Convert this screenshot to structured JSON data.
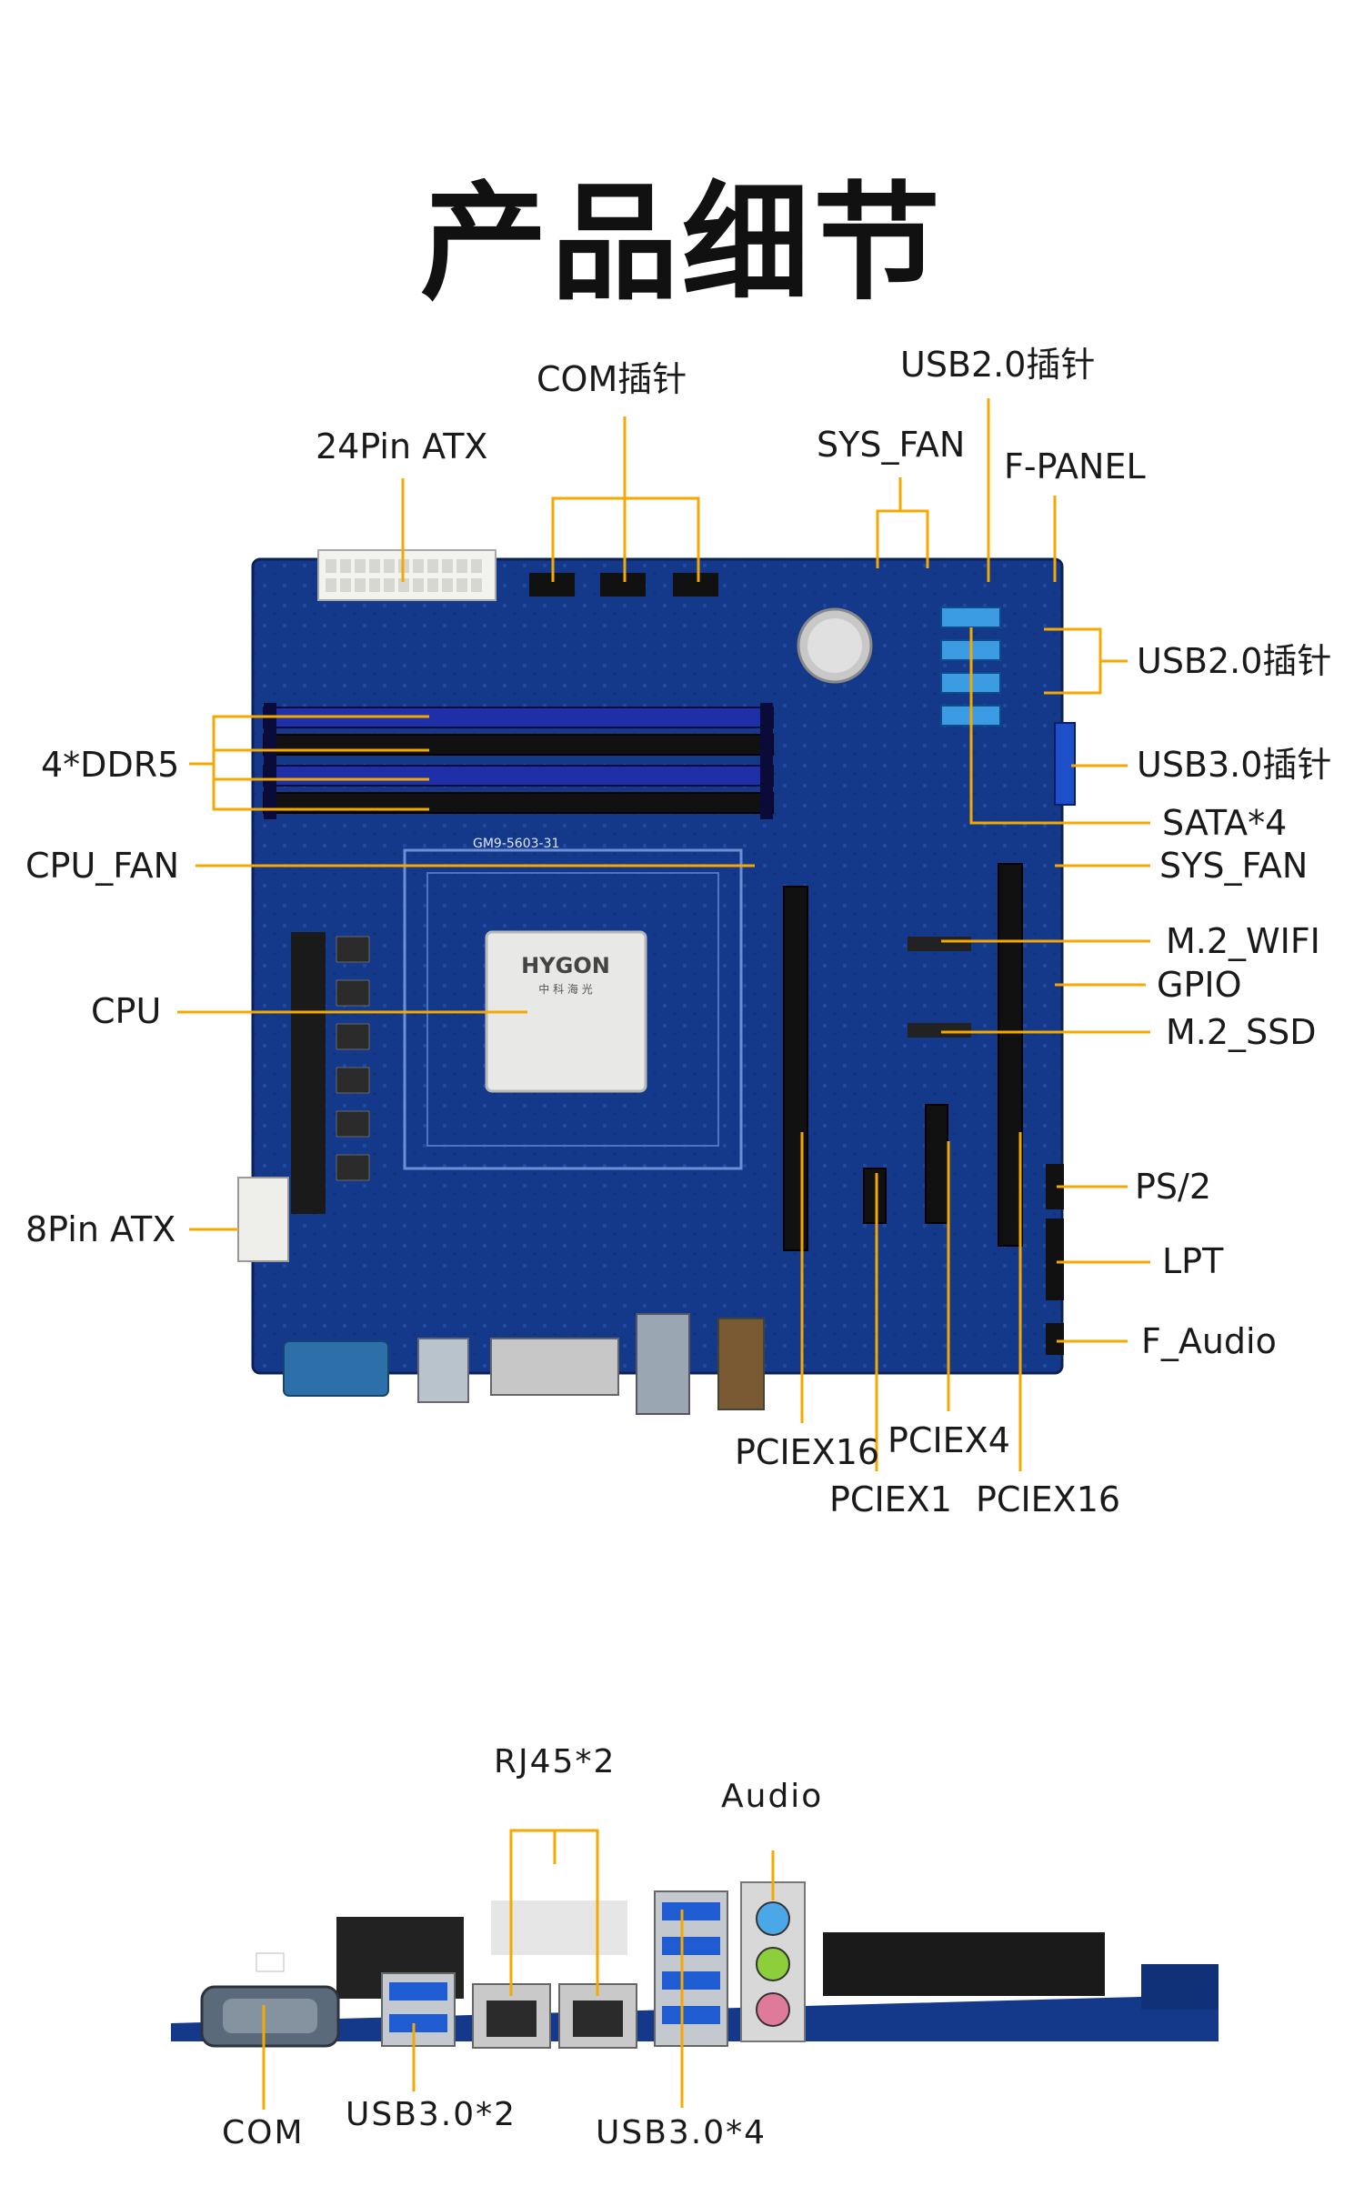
{
  "title": "产品细节",
  "accent_color": "#f5a800",
  "board_color": "#12357e",
  "top_labels": {
    "atx24": "24Pin ATX",
    "com_header": "COM插针",
    "usb20_header_top": "USB2.0插针",
    "sys_fan_top": "SYS_FAN",
    "f_panel": "F-PANEL",
    "usb20_header_right": "USB2.0插针",
    "usb30_header": "USB3.0插针",
    "sata": "SATA*4",
    "sys_fan_right": "SYS_FAN",
    "m2_wifi": "M.2_WIFI",
    "gpio": "GPIO",
    "m2_ssd": "M.2_SSD",
    "ps2": "PS/2",
    "lpt": "LPT",
    "f_audio": "F_Audio",
    "ddr5": "4*DDR5",
    "cpu_fan": "CPU_FAN",
    "cpu": "CPU",
    "atx8": "8Pin ATX",
    "pciex16_a": "PCIEX16",
    "pciex1": "PCIEX1",
    "pciex4": "PCIEX4",
    "pciex16_b": "PCIEX16"
  },
  "board_text": {
    "model": "GM9-5603-31",
    "cpu_brand": "HYGON",
    "cpu_cn": "中 科 海 光"
  },
  "bottom_labels": {
    "rj45": "RJ45*2",
    "audio": "Audio",
    "com": "COM",
    "usb30_2": "USB3.0*2",
    "usb30_4": "USB3.0*4"
  }
}
